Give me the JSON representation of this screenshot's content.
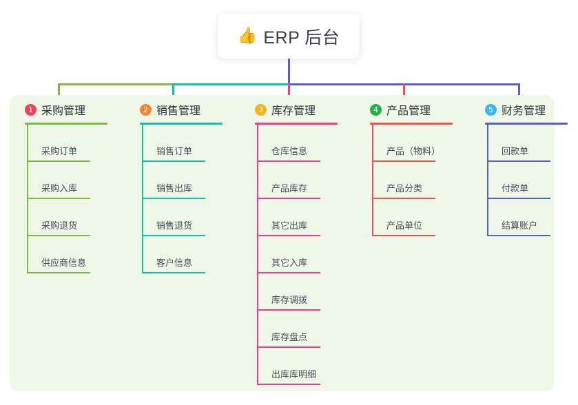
{
  "root": {
    "emoji": "👍",
    "emoji_name": "thumbs-up-icon",
    "label": "ERP 后台"
  },
  "panel": {
    "background_color": "#eff7e9"
  },
  "connector_colors": {
    "trunk": "#5a5fc7",
    "bus_green": "#80b942",
    "bus_teal": "#14bfa6",
    "bus_blue": "#5a5fc7"
  },
  "columns": [
    {
      "index": "1",
      "title": "采购管理",
      "badge_color": "#f2425a",
      "line_color": "#80b942",
      "drop_color": "#80b942",
      "children": [
        {
          "label": "采购订单"
        },
        {
          "label": "采购入库"
        },
        {
          "label": "采购退货"
        },
        {
          "label": "供应商信息"
        }
      ]
    },
    {
      "index": "2",
      "title": "销售管理",
      "badge_color": "#f58634",
      "line_color": "#14bfa6",
      "drop_color": "#14bfa6",
      "children": [
        {
          "label": "销售订单"
        },
        {
          "label": "销售出库"
        },
        {
          "label": "销售退货"
        },
        {
          "label": "客户信息"
        }
      ]
    },
    {
      "index": "3",
      "title": "库存管理",
      "badge_color": "#f5b31a",
      "line_color": "#ec3f8b",
      "drop_color": "#ec3f8b",
      "children": [
        {
          "label": "仓库信息"
        },
        {
          "label": "产品库存"
        },
        {
          "label": "其它出库"
        },
        {
          "label": "其它入库"
        },
        {
          "label": "库存调拨"
        },
        {
          "label": "库存盘点"
        },
        {
          "label": "出库库明细"
        }
      ]
    },
    {
      "index": "4",
      "title": "产品管理",
      "badge_color": "#21b24b",
      "line_color": "#f1524f",
      "drop_color": "#f1524f",
      "children": [
        {
          "label": "产品（物料）"
        },
        {
          "label": "产品分类"
        },
        {
          "label": "产品单位"
        }
      ]
    },
    {
      "index": "5",
      "title": "财务管理",
      "badge_color": "#3cb7e8",
      "line_color": "#5a5fc7",
      "drop_color": "#5a5fc7",
      "children": [
        {
          "label": "回款单"
        },
        {
          "label": "付款单"
        },
        {
          "label": "结算账户"
        }
      ]
    }
  ]
}
